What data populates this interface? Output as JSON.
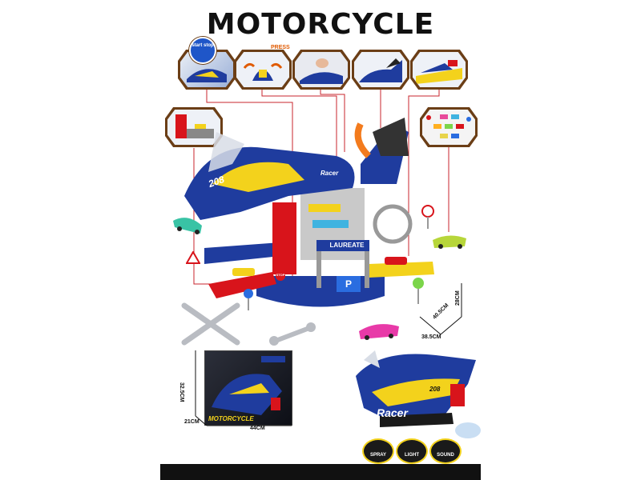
{
  "title": "MOTORCYCLE",
  "thumb_labels": {
    "start_stop": "start stop",
    "press": "PRESS"
  },
  "playset_labels": {
    "number": "208",
    "brand": "Racer",
    "gate_sign": "LAUREATE",
    "parking": "P",
    "stop": "STOP"
  },
  "dimensions": {
    "height": "28CM",
    "depth": "40.5CM",
    "width": "38.5CM"
  },
  "box": {
    "height": "32.5CM",
    "depth": "21CM",
    "width": "44CM",
    "logo": "MOTORCYCLE"
  },
  "feature_badges": [
    "SPRAY",
    "LIGHT",
    "SOUND"
  ],
  "colors": {
    "frame_brown": "#6b3e16",
    "bike_blue": "#1f3c9e",
    "bike_yellow": "#f3d21c",
    "accent_red": "#d8141b",
    "connector_red": "#c8262c",
    "footer": "#111111"
  }
}
